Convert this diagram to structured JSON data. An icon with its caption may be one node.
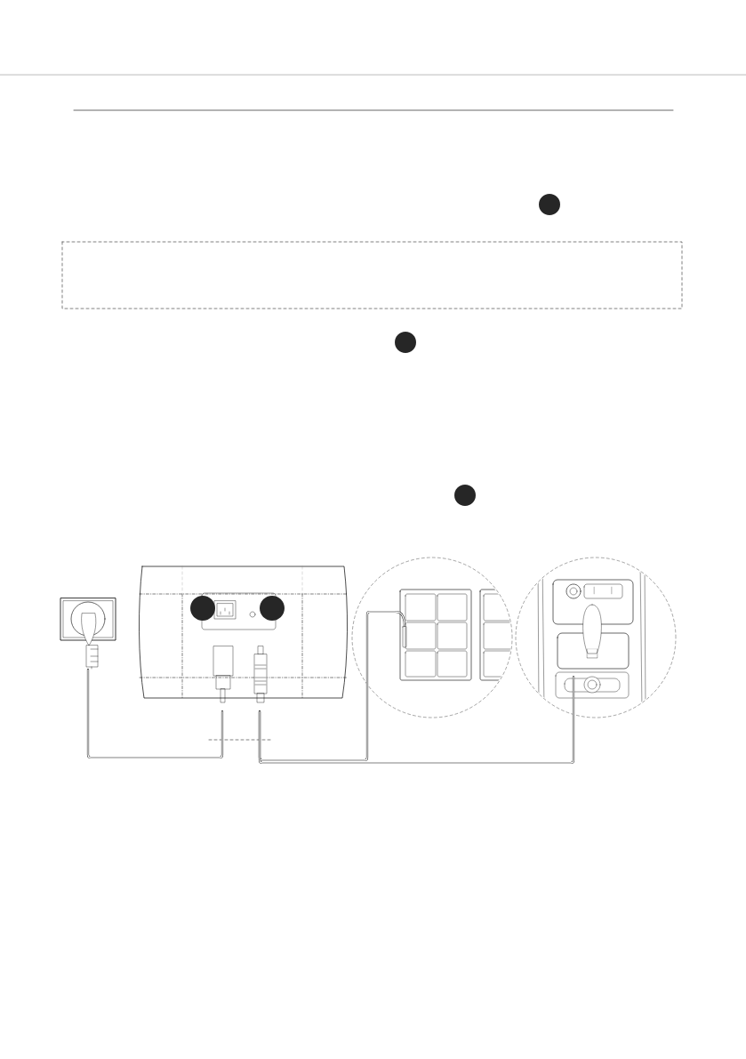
{
  "diagram": {
    "nodes": [
      {
        "text": [],
        "shape": "box"
      },
      {
        "text": [],
        "shape": "picture"
      },
      {
        "text": [],
        "shape": "circle"
      },
      {
        "text": [],
        "shape": "circle"
      }
    ],
    "edges": [
      {
        "from": 0,
        "to": 1,
        "arrow": "none"
      },
      {
        "from": 1,
        "to": 2,
        "arrow": "none"
      },
      {
        "from": 1,
        "to": 3,
        "arrow": "none"
      }
    ]
  }
}
